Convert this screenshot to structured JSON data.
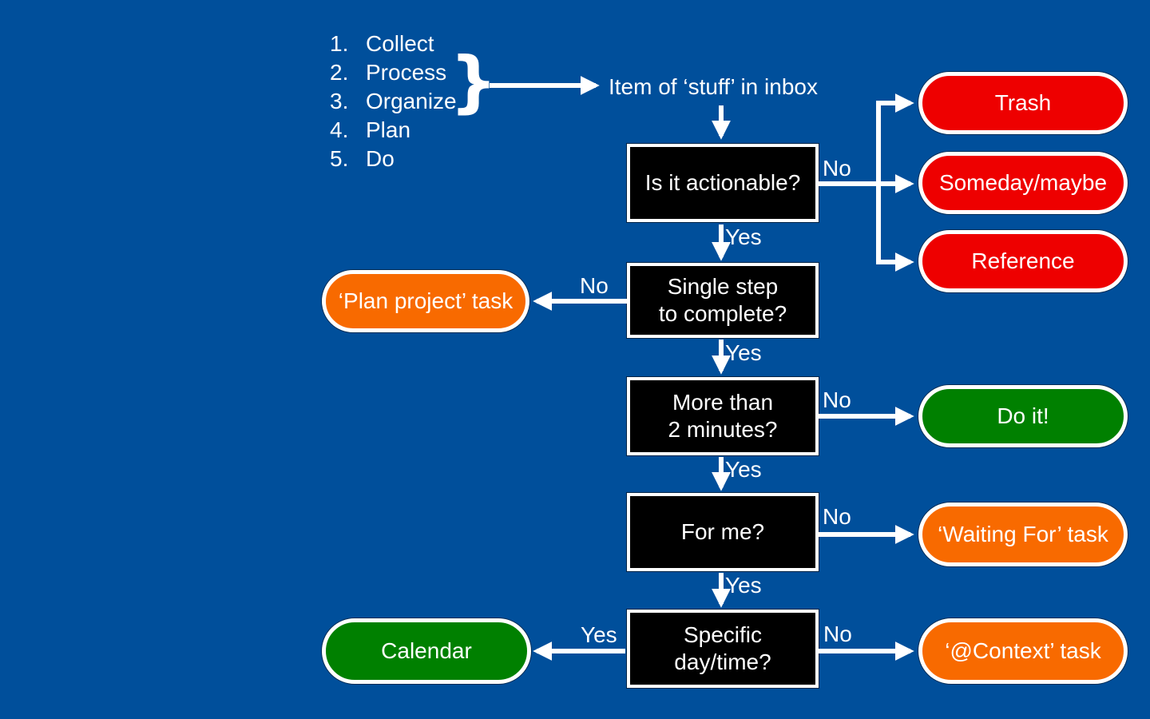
{
  "colors": {
    "background": "#004F9B",
    "red": "#EE0000",
    "orange": "#F86A00",
    "green": "#008000",
    "node_fill": "#000000",
    "text": "#FFFFFF"
  },
  "list": {
    "items": [
      {
        "num": "1.",
        "label": "Collect"
      },
      {
        "num": "2.",
        "label": "Process"
      },
      {
        "num": "3.",
        "label": "Organize"
      },
      {
        "num": "4.",
        "label": "Plan"
      },
      {
        "num": "5.",
        "label": "Do"
      }
    ],
    "brace": "}"
  },
  "flow": {
    "inbox": "Item of ‘stuff’ in inbox",
    "decisions": {
      "actionable": "Is it actionable?",
      "single_step": "Single step\nto complete?",
      "two_minutes": "More than\n2 minutes?",
      "for_me": "For me?",
      "day_time": "Specific\nday/time?"
    },
    "outcomes": {
      "trash": "Trash",
      "someday": "Someday/maybe",
      "reference": "Reference",
      "plan_project": "‘Plan project’ task",
      "do_it": "Do it!",
      "waiting_for": "‘Waiting For’ task",
      "calendar": "Calendar",
      "context": "‘@Context’ task"
    },
    "labels": {
      "actionable_no": "No",
      "actionable_yes": "Yes",
      "single_no": "No",
      "single_yes": "Yes",
      "two_no": "No",
      "two_yes": "Yes",
      "for_me_no": "No",
      "for_me_yes": "Yes",
      "day_yes": "Yes",
      "day_no": "No"
    }
  }
}
